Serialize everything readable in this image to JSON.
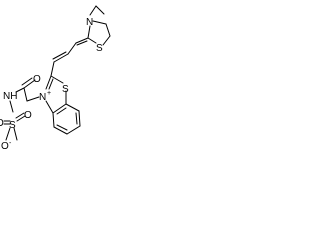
{
  "atoms": {
    "ring_top_N": "N",
    "ring_top_S": "S",
    "ring_bottom_S": "S",
    "ring_bottom_N": "N",
    "ring_bottom_N_charge": "+",
    "amide_NH": "NH",
    "amide_O": "O",
    "sulfonyl_S": "S",
    "sulfonyl_O_top": "O",
    "sulfonyl_O_left": "O",
    "sulfonyl_O_bottom": "O",
    "sulfonyl_O_bottom_charge": "-"
  }
}
